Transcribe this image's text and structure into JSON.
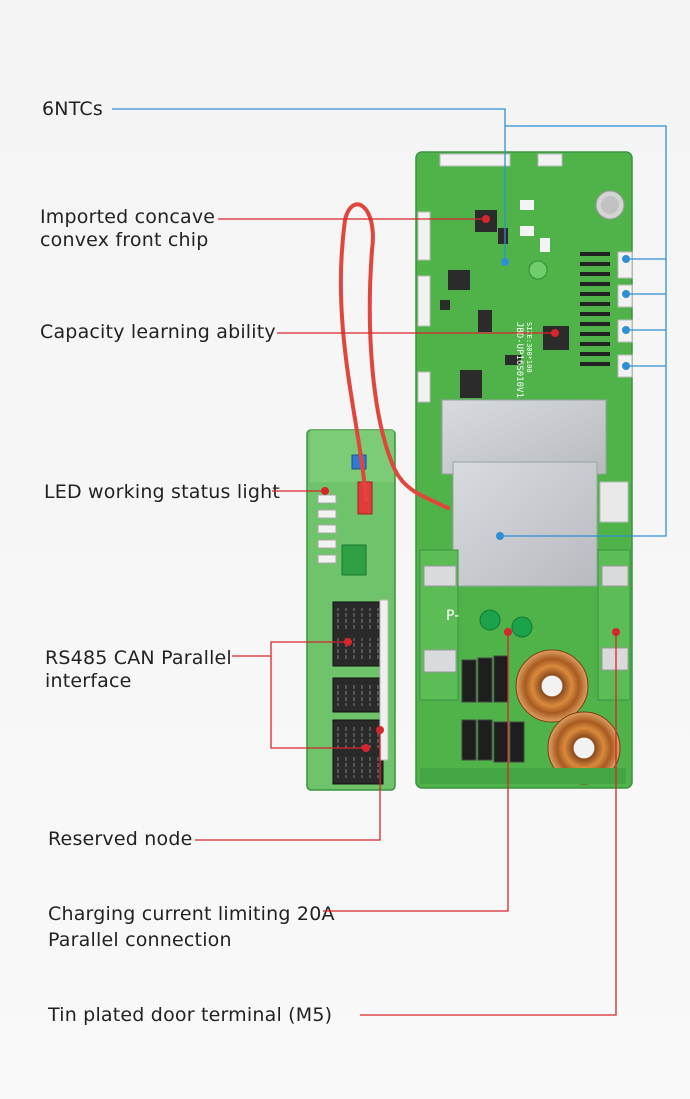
{
  "colors": {
    "blue_line": "#2f8fd4",
    "red_line": "#d7262b",
    "pcb_green": "#4fb34a",
    "pcb_dark": "#2f8a35",
    "heatsink": "#c9ccd0",
    "copper": "#c9782c"
  },
  "labels": {
    "ntc": "6NTCs",
    "chip_1": "Imported concave",
    "chip_2": "convex front chip",
    "capacity": "Capacity learning ability",
    "led": "LED working status light",
    "rs485_1": "RS485 CAN Parallel",
    "rs485_2": "interface",
    "reserved": "Reserved node",
    "charging_1": "Charging current limiting 20A",
    "charging_2": "Parallel connection",
    "terminal": "Tin plated door terminal (M5)"
  },
  "board": {
    "silk_1": "JBD-UP16S010V1.1",
    "silk_2": "SIZE:300*100",
    "p_minus": "P-"
  }
}
